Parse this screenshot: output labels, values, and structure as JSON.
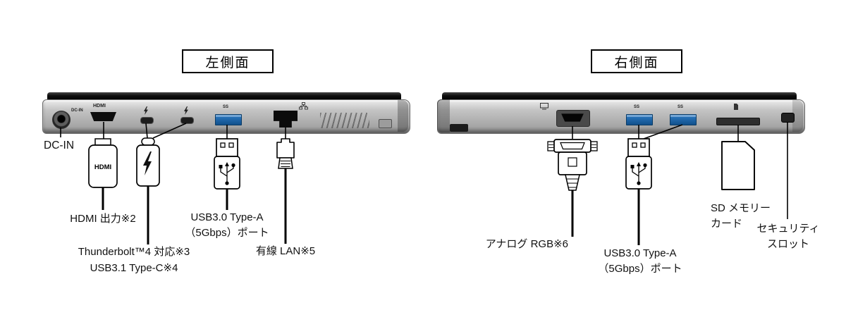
{
  "left": {
    "title": "左側面",
    "labels": {
      "dcin": "DC-IN",
      "hdmi": "HDMI 出力※2",
      "thunderbolt_line1": "Thunderbolt™4 対応※3",
      "thunderbolt_line2": "USB3.1 Type-C※4",
      "usb_line1": "USB3.0 Type-A",
      "usb_line2": "（5Gbps）ポート",
      "lan": "有線 LAN※5"
    }
  },
  "right": {
    "title": "右側面",
    "labels": {
      "analog_rgb": "アナログ RGB※6",
      "usb_line1": "USB3.0 Type-A",
      "usb_line2": "（5Gbps）ポート",
      "sd_line1": "SD メモリー",
      "sd_line2": "カード",
      "security_line1": "セキュリティ",
      "security_line2": "スロット"
    }
  },
  "port_markings": {
    "dcin": "DC-IN",
    "hdmi": "HDMI",
    "usb_ss": "SS"
  },
  "connector_logos": {
    "hdmi": "HDMI"
  },
  "colors": {
    "usb_port_blue": "#1565ad",
    "laptop_body_gray": "#b6b6b6",
    "lid_black": "#161616",
    "outline_black": "#000000"
  }
}
